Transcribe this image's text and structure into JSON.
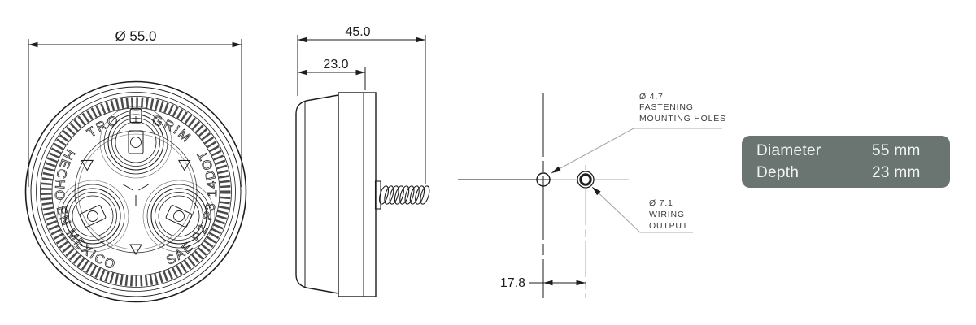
{
  "drawing": {
    "front_view": {
      "dim_diameter": "Ø 55.0",
      "rim_brand_left": "TRO",
      "rim_brand_right": "GRIM",
      "rim_text_left": "HECHO EN MEXICO",
      "rim_text_right": "SAE P2 P3 14DOT"
    },
    "side_view": {
      "dim_overall": "45.0",
      "dim_bezel": "23.0"
    },
    "mounting": {
      "hole_dia": "Ø 4.7",
      "hole_line2": "FASTENING",
      "hole_line3": "MOUNTING HOLES",
      "wiring_dia": "Ø 7.1",
      "wiring_line2": "WIRING",
      "wiring_line3": "OUTPUT",
      "dim_spacing": "17.8"
    }
  },
  "spec_table": {
    "rows": [
      {
        "label": "Diameter",
        "value": "55 mm"
      },
      {
        "label": "Depth",
        "value": "23 mm"
      }
    ]
  },
  "colors": {
    "line": "#1d1d1d",
    "centerline_gray": "#a8a8a8",
    "label_text": "#3c3c3c",
    "table_bg": "#6a7572",
    "table_text": "#f3f5f4"
  }
}
